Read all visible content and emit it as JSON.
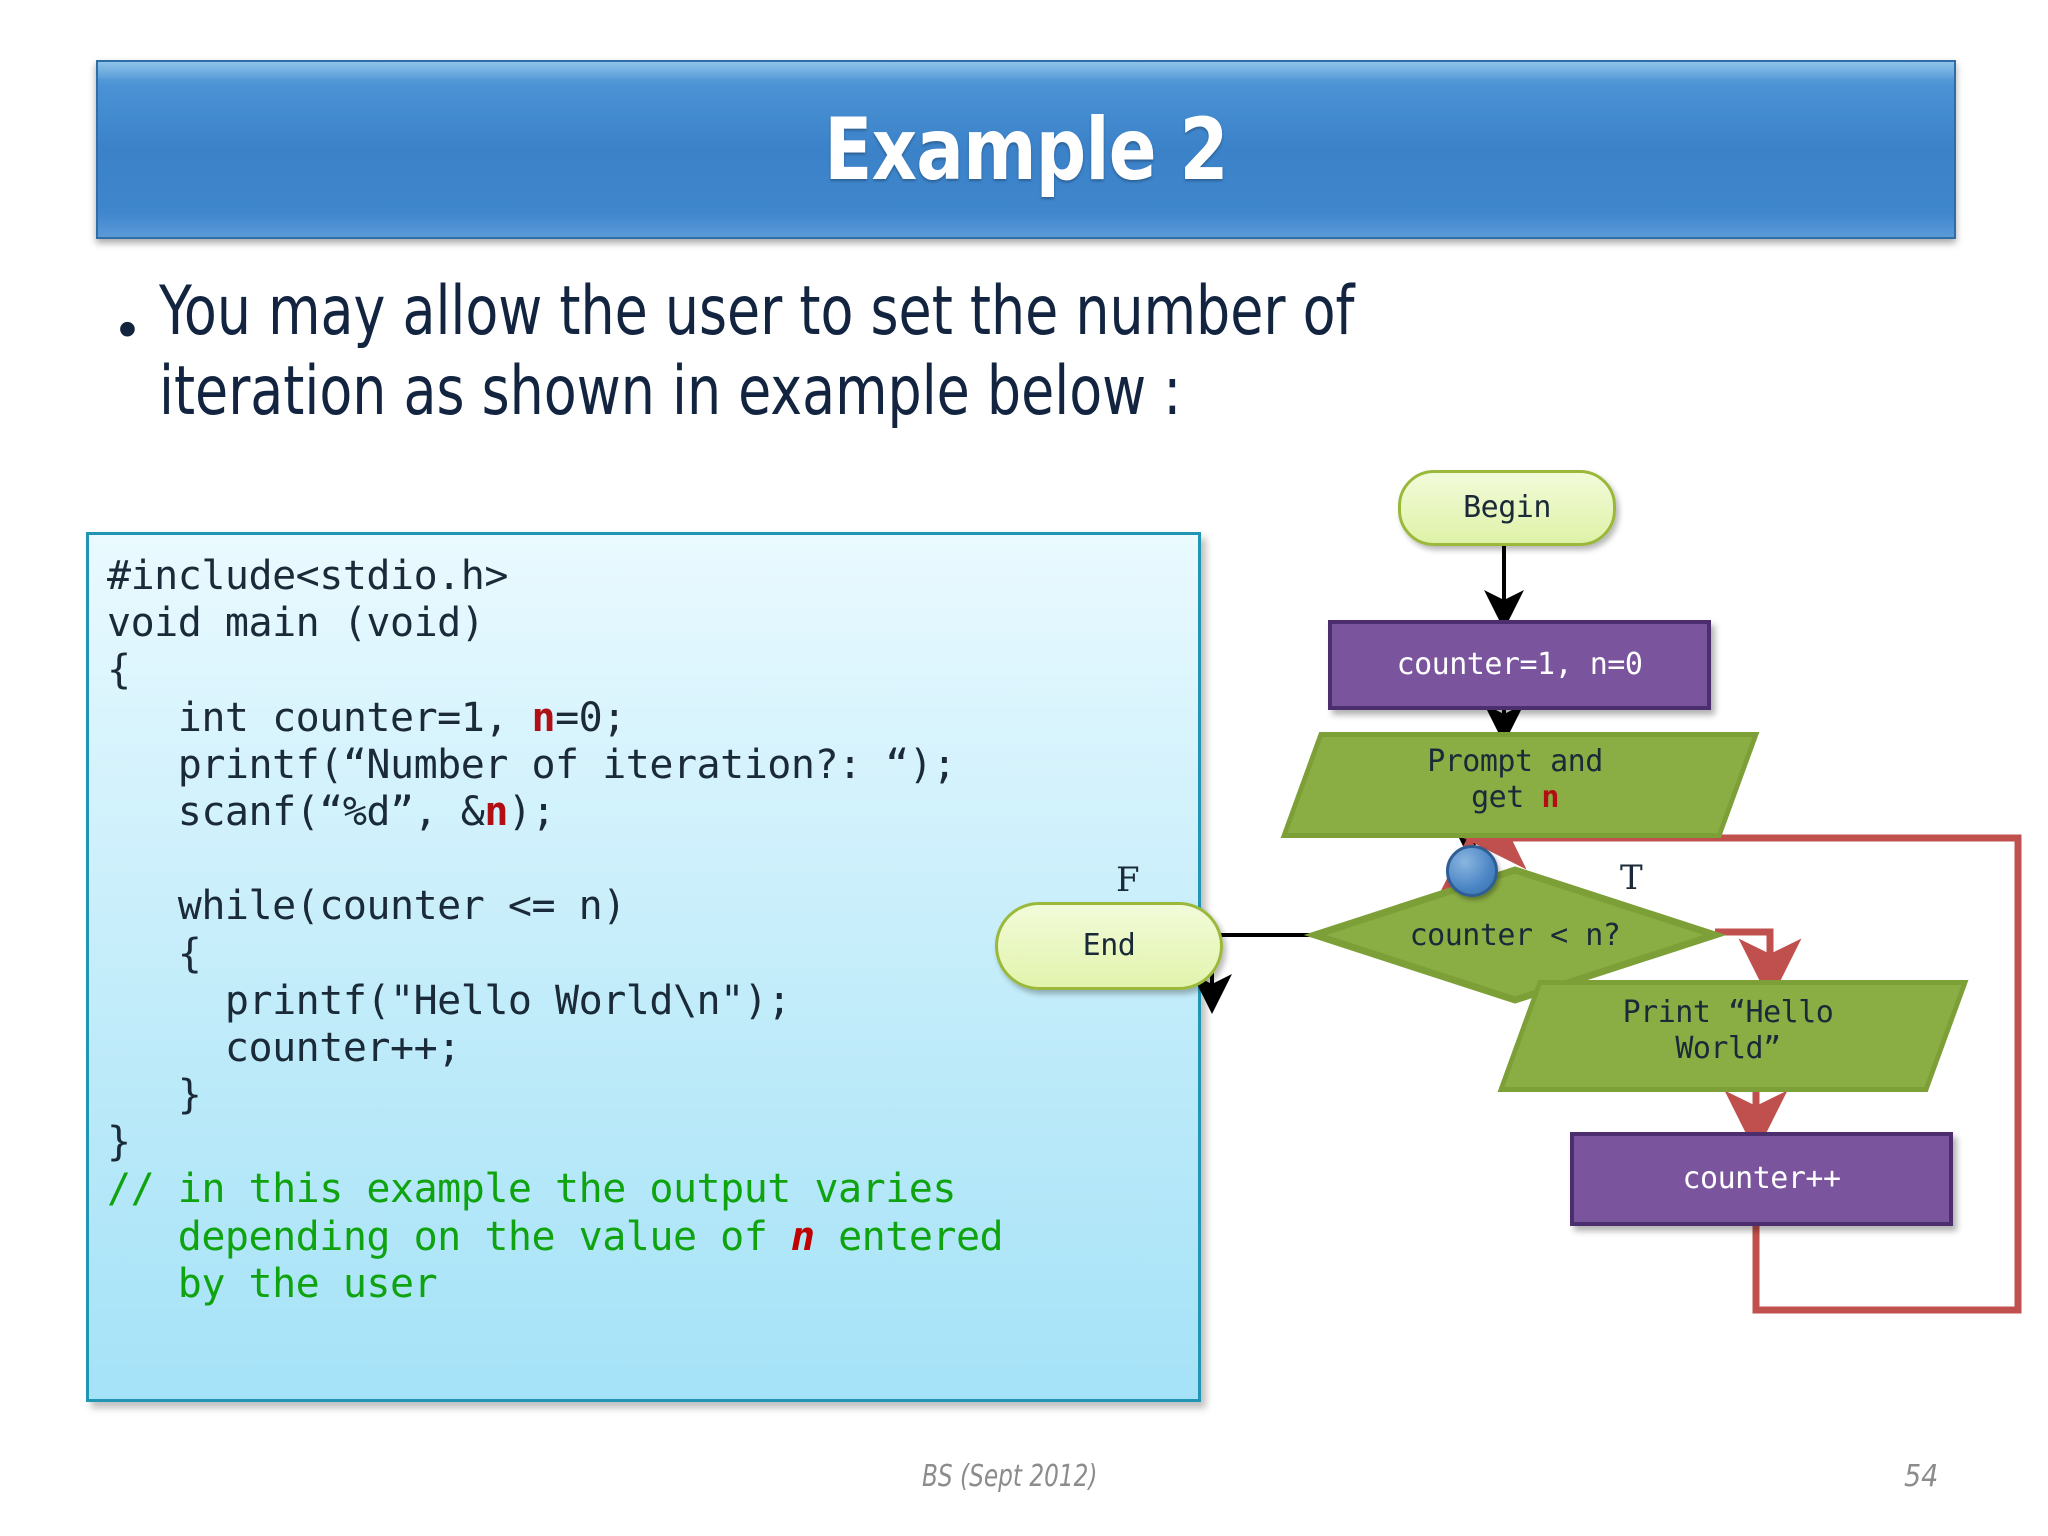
{
  "slide": {
    "title": "Example 2",
    "bullet": "You may allow the user to set the number of\niteration as shown in example below :",
    "bullet_marker": "•"
  },
  "code_block": {
    "language": "c",
    "lines": [
      "#include<stdio.h>",
      "void main (void)",
      "{",
      "   int counter=1, n=0;",
      "   printf(“Number of iteration?: “);",
      "   scanf(“%d”, &n);",
      "",
      "   while(counter <= n)",
      "   {",
      "     printf(\"Hello World\\n\");",
      "     counter++;",
      "   }",
      "}",
      "// in this example the output varies",
      "   depending on the value of n entered",
      "   by the user"
    ],
    "highlight_variable": "n",
    "comment_color": "#0fa30f",
    "variable_color": "#b10f14",
    "background_color": "#d9f4fd",
    "border_color": "#2196b4"
  },
  "flowchart": {
    "nodes": {
      "begin": "Begin",
      "init": "counter=1, n=0",
      "prompt_line1": "Prompt and",
      "prompt_line2": "get",
      "prompt_variable": "n",
      "decision": "counter < n?",
      "end": "End",
      "print_line1": "Print “Hello",
      "print_line2": "World”",
      "increment": "counter++"
    },
    "branch_labels": {
      "false": "F",
      "true": "T"
    },
    "colors": {
      "terminator_fill": "#e2f4ad",
      "terminator_border": "#9ab93b",
      "process_fill": "#7a559e",
      "process_border": "#4c2d6e",
      "io_fill": "#8aad44",
      "io_border": "#7d9f37",
      "decision_fill": "#8aad44",
      "true_path": "#c0504d",
      "false_path": "#000000",
      "junction": "#4a84c4"
    }
  },
  "footer": {
    "note": "BS (Sept 2012)",
    "page_number": "54"
  }
}
